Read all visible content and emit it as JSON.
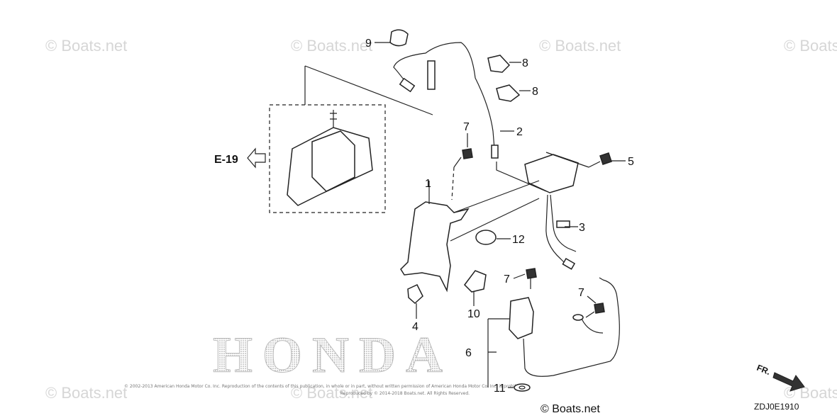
{
  "watermark": "© Boats.net",
  "footer_watermark": "© Boats.net",
  "reference": {
    "arrow_label": "E-19",
    "direction_label": "FR."
  },
  "diagram_code": "ZDJ0E1910",
  "brand_text": "HONDA",
  "copyright_line_1": "© 2002-2013 American Honda Motor Co. Inc. Reproduction of the contents of this publication, in whole or in part, without written permission of American Honda Motor Co. Inc. is prohibited.",
  "copyright_line_2": "Reproduced by © 2014-2018 Boats.net. All Rights Reserved.",
  "callouts": [
    "1",
    "2",
    "3",
    "4",
    "5",
    "6",
    "7",
    "7",
    "7",
    "8",
    "8",
    "9",
    "10",
    "11",
    "12"
  ]
}
